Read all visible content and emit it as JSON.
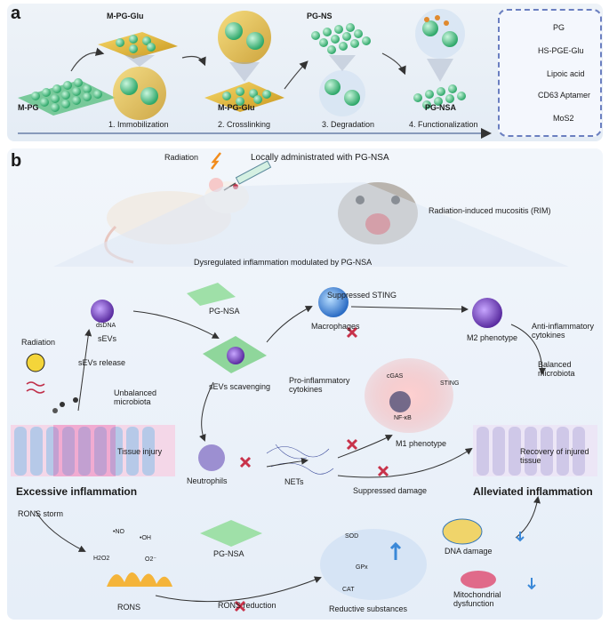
{
  "panel_a": {
    "letter": "a",
    "stages": [
      {
        "top": "M-PG-Glu",
        "bottom": "M-PG",
        "step": "1. Immobilization"
      },
      {
        "top": "PG-NS",
        "bottom": "M-PG-Glu",
        "step": "2. Crosslinking"
      },
      {
        "top": "",
        "bottom": "",
        "step": "3. Degradation"
      },
      {
        "top": "",
        "bottom": "PG-NSA",
        "step": "4. Functionalization"
      }
    ],
    "legend": [
      "PG",
      "HS-PGE-Glu",
      "Lipoic acid",
      "CD63 Aptamer",
      "MoS2"
    ]
  },
  "panel_b": {
    "letter": "b",
    "radiation": "Radiation",
    "local_admin": "Locally administrated with PG-NSA",
    "rim": "Radiation-induced mucositis (RIM)",
    "dysregulated": "Dysregulated inflammation modulated by PG-NSA",
    "left": {
      "dsdna": "dsDNA",
      "sevs": "sEVs",
      "radiation": "Radiation",
      "sevs_release": "sEVs release",
      "microbiota": "Unbalanced microbiota",
      "tissue_injury": "Tissue injury",
      "excessive": "Excessive inflammation",
      "rons_storm": "RONS storm",
      "rons": "RONS",
      "species": [
        "•NO",
        "•OH",
        "H2O2",
        "O2⁻"
      ]
    },
    "middle": {
      "pgnsa_top": "PG-NSA",
      "scavenging": "sEVs scavenging",
      "macrophages": "Macrophages",
      "suppressed_sting": "Suppressed STING",
      "proinflam": "Pro-inflammatory cytokines",
      "cgas": "cGAS",
      "sting": "STING",
      "nfkb": "NF-κB",
      "m1": "M1 phenotype",
      "neutrophils": "Neutrophils",
      "nets": "NETs",
      "suppressed_damage": "Suppressed damage",
      "pgnsa_bottom": "PG-NSA",
      "rons_reduction": "RONS reduction",
      "sod": "SOD",
      "gpx": "GPx",
      "cat": "CAT",
      "reductive": "Reductive substances"
    },
    "right": {
      "m2": "M2 phenotype",
      "anti": "Anti-inflammatory cytokines",
      "balanced": "Balanced microbiota",
      "recovery": "Recovery of injured tissue",
      "alleviated": "Alleviated inflammation",
      "dna_damage": "DNA damage",
      "mito": "Mitochondrial dysfunction"
    }
  }
}
